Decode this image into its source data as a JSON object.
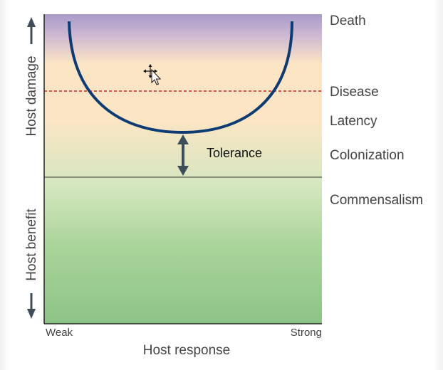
{
  "diagram": {
    "y_axis": {
      "upper_label": "Host damage",
      "lower_label": "Host benefit"
    },
    "x_axis": {
      "label": "Host response",
      "left_label": "Weak",
      "right_label": "Strong"
    },
    "states": [
      "Death",
      "Disease",
      "Latency",
      "Colonization",
      "Commensalism"
    ],
    "annotations": {
      "tolerance": "Tolerance"
    },
    "colors": {
      "death": "#A99AC9",
      "disease_zone": "#FBE5C5",
      "benefit_green": "#8EC387",
      "curve": "#0E3B72",
      "threshold_dash": "#CC1F1F",
      "arrow": "#3D4D59"
    }
  }
}
